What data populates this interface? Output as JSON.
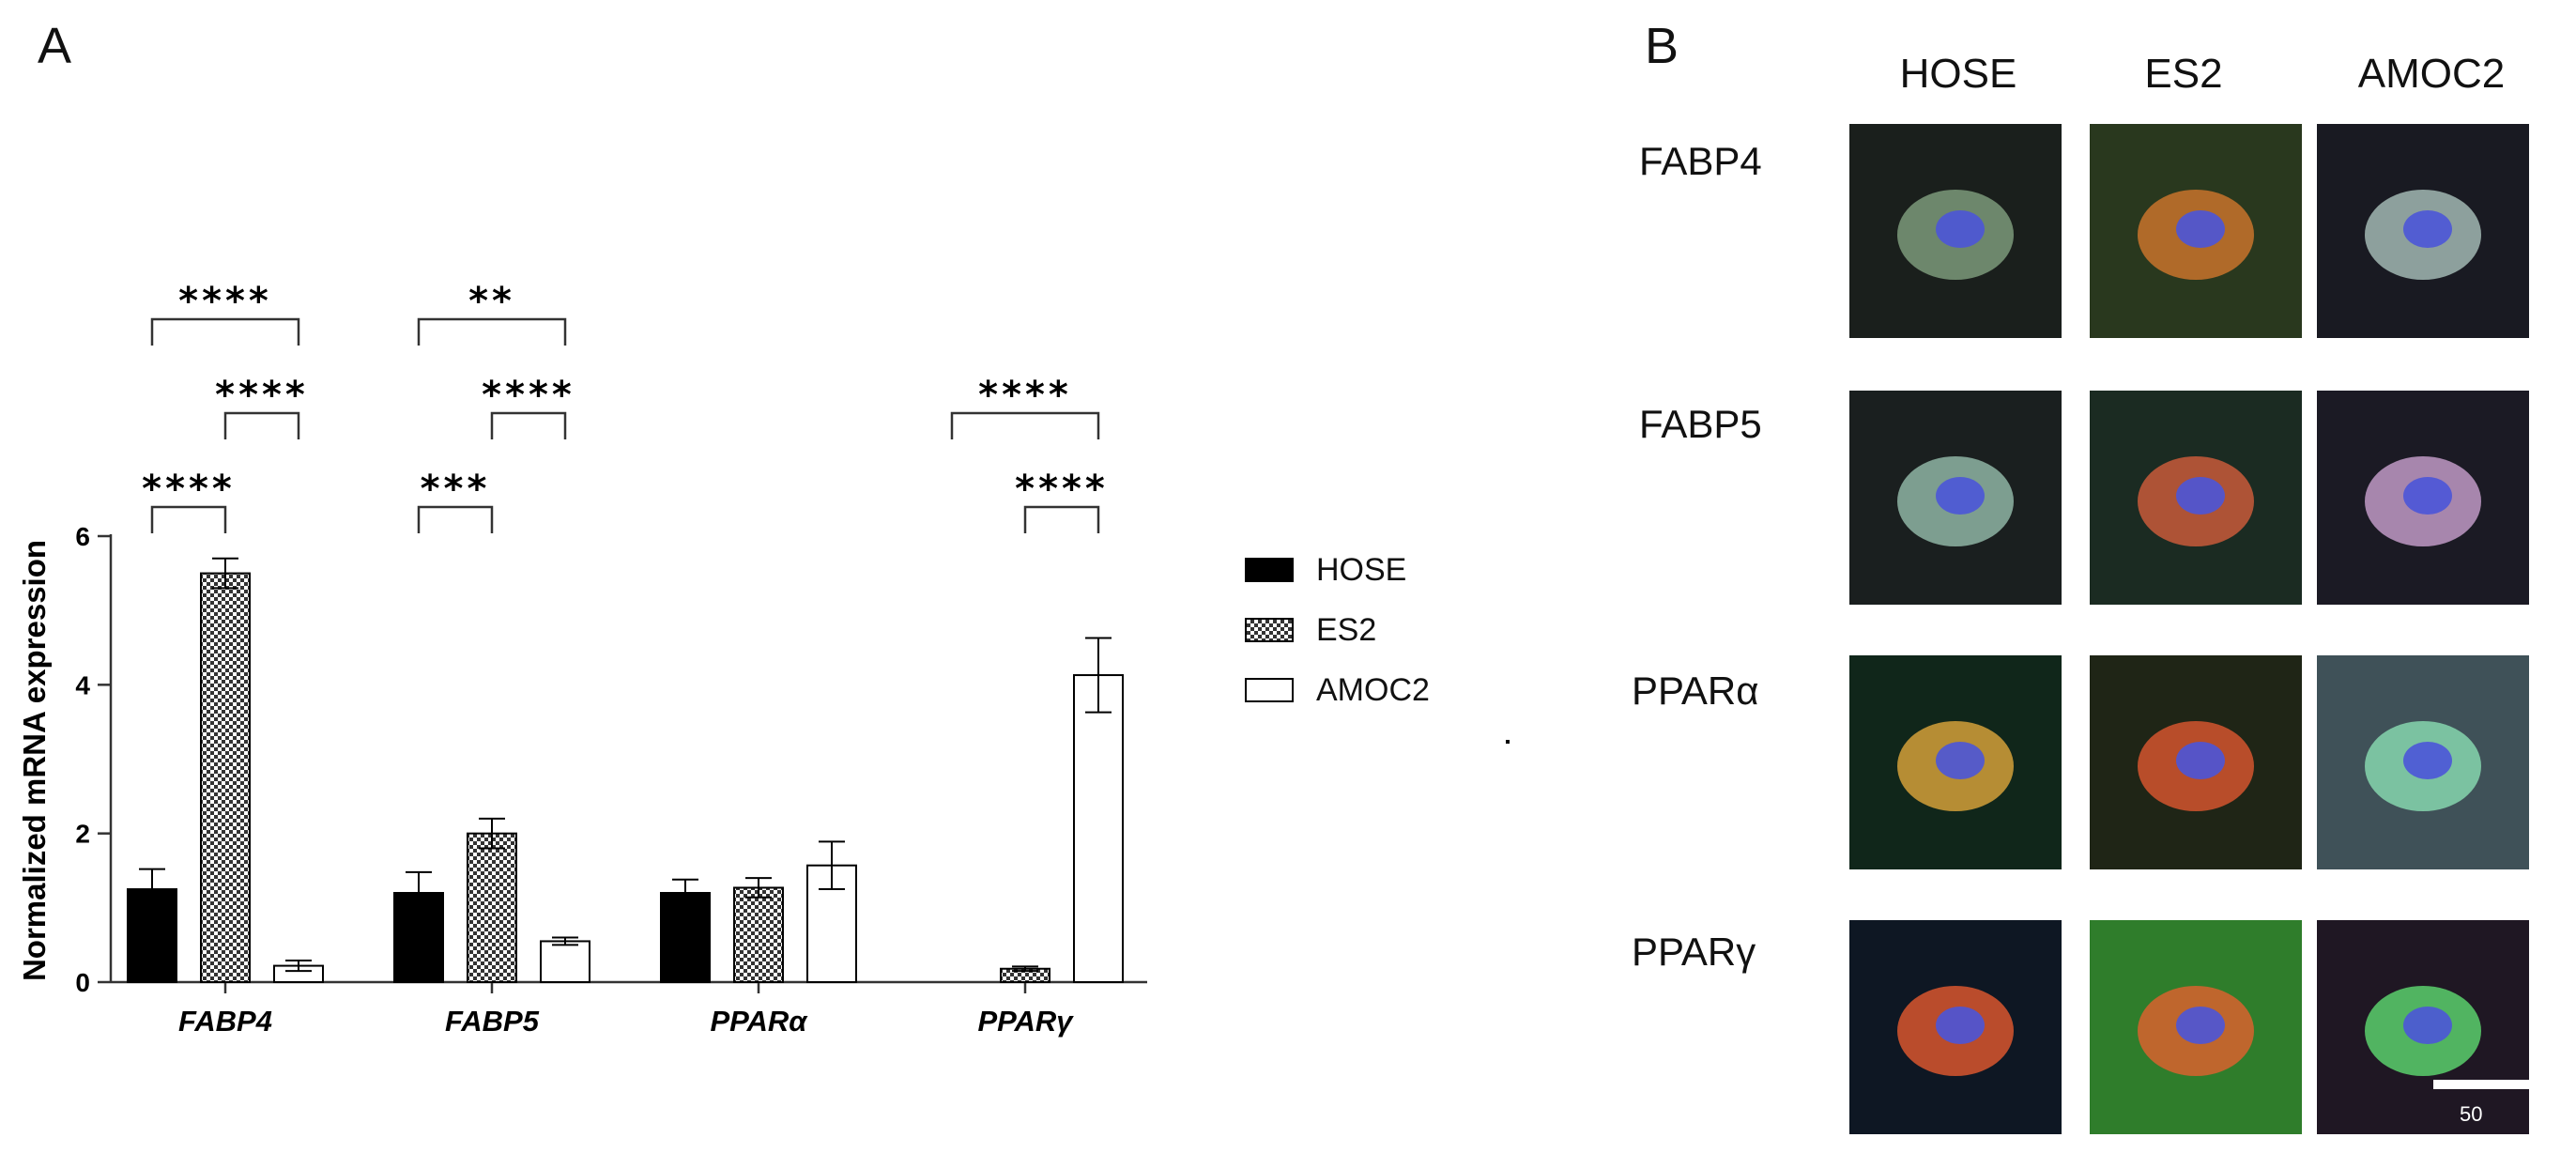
{
  "panels": {
    "a": "A",
    "b": "B"
  },
  "chart_data": {
    "type": "bar",
    "categories": [
      "FABP4",
      "FABP5",
      "PPARα",
      "PPARγ"
    ],
    "ylabel": "Normalized mRNA expression",
    "xlabel": "",
    "ylim": [
      0,
      6
    ],
    "yticks": [
      "0",
      "2",
      "4",
      "6"
    ],
    "legend_position": "right",
    "series": [
      {
        "name": "HOSE",
        "values": [
          1.25,
          1.2,
          1.2,
          0
        ],
        "errors": [
          0.27,
          0.28,
          0.18,
          0
        ],
        "color": "#000000",
        "pattern": "solid"
      },
      {
        "name": "ES2",
        "values": [
          5.5,
          2.0,
          1.27,
          0.18
        ],
        "errors": [
          0.2,
          0.2,
          0.13,
          0.03
        ],
        "color": "#808080",
        "pattern": "checker"
      },
      {
        "name": "AMOC2",
        "values": [
          0.22,
          0.55,
          1.57,
          4.13
        ],
        "errors": [
          0.07,
          0.05,
          0.32,
          0.5
        ],
        "color": "#ffffff",
        "pattern": "open"
      }
    ],
    "significance": [
      {
        "category": 0,
        "from": 0,
        "to": 2,
        "label": "****",
        "level": 3
      },
      {
        "category": 0,
        "from": 1,
        "to": 2,
        "label": "****",
        "level": 2
      },
      {
        "category": 0,
        "from": 0,
        "to": 1,
        "label": "****",
        "level": 1
      },
      {
        "category": 1,
        "from": 0,
        "to": 2,
        "label": "**",
        "level": 3
      },
      {
        "category": 1,
        "from": 1,
        "to": 2,
        "label": "****",
        "level": 2
      },
      {
        "category": 1,
        "from": 0,
        "to": 1,
        "label": "***",
        "level": 1
      },
      {
        "category": 3,
        "from": 0,
        "to": 2,
        "label": "****",
        "level": 2
      },
      {
        "category": 3,
        "from": 1,
        "to": 2,
        "label": "****",
        "level": 1
      }
    ]
  },
  "micrographs": {
    "columns": [
      "HOSE",
      "ES2",
      "AMOC2"
    ],
    "rows": [
      "FABP4",
      "FABP5",
      "PPARα",
      "PPARγ"
    ],
    "scale_bar_label": "50 µm",
    "cells": [
      [
        {
          "bg": "#1a1f1c",
          "cell": "#7c9a7a"
        },
        {
          "bg": "#29381e",
          "cell": "#c8732c"
        },
        {
          "bg": "#191a22",
          "cell": "#a2b8b3"
        }
      ],
      [
        {
          "bg": "#1a1f1f",
          "cell": "#8fb5a4"
        },
        {
          "bg": "#1b2b22",
          "cell": "#c85a3a"
        },
        {
          "bg": "#1b1a24",
          "cell": "#c09ac6"
        }
      ],
      [
        {
          "bg": "#10261a",
          "cell": "#d4a03a"
        },
        {
          "bg": "#1f2516",
          "cell": "#d4552e"
        },
        {
          "bg": "#3f5158",
          "cell": "#86d6ae"
        }
      ],
      [
        {
          "bg": "#0e1723",
          "cell": "#d8562e"
        },
        {
          "bg": "#2f7d2b",
          "cell": "#d8622e"
        },
        {
          "bg": "#1f1723",
          "cell": "#5ad06c"
        }
      ]
    ]
  }
}
